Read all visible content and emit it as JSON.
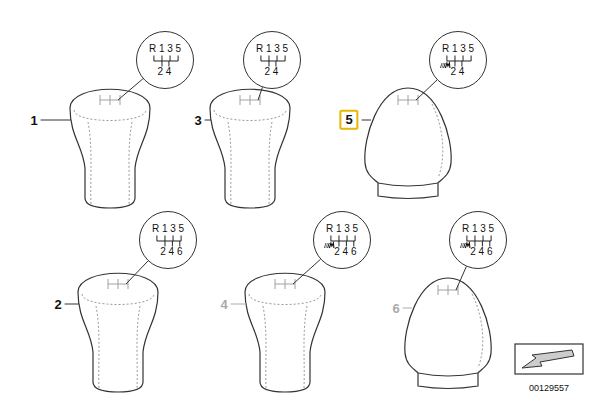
{
  "diagram": {
    "nodes": [
      {
        "text": [
          "R 1 3 5",
          "2 4"
        ]
      },
      {
        "text": [
          "R 1 3 5",
          "2 4"
        ]
      },
      {
        "text": [
          "R 1 3 5",
          "2 4"
        ]
      },
      {
        "text": [
          "R 1 3 5",
          "2 4 6"
        ]
      },
      {
        "text": [
          "R 1 3 5",
          "2 4 6"
        ]
      },
      {
        "text": [
          "R 1 3 5",
          "2 4 6"
        ]
      }
    ],
    "labels": [
      "1",
      "3",
      "5",
      "2",
      "4",
      "6",
      "00129557"
    ]
  }
}
